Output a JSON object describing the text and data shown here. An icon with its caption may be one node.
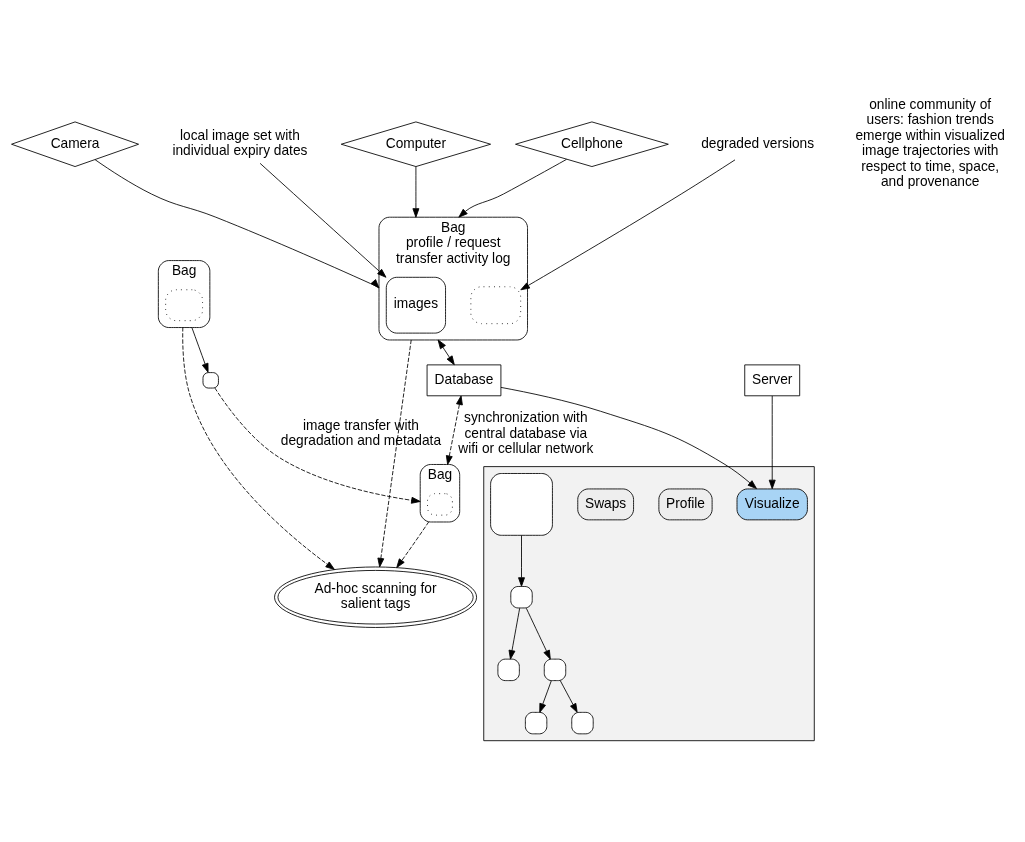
{
  "diagram": {
    "nodes": [
      {
        "text": [
          "Computer"
        ]
      },
      {
        "text": [
          "Cellphone"
        ]
      },
      {
        "text": [
          "Camera"
        ]
      },
      {
        "text": [
          "Bag",
          "profile / request",
          "transfer activity log"
        ]
      },
      {
        "text": [
          "images"
        ],
        "in": 3
      },
      {
        "text": [],
        "shape": "box",
        "in": 3
      },
      {
        "text": [
          "local image set with individual expiry dates"
        ]
      },
      {
        "text": [
          "degraded versions"
        ]
      },
      {
        "text": [
          "Bag"
        ]
      },
      {
        "text": [],
        "shape": "box",
        "in": 8
      },
      {
        "text": [
          "Ad-hoc scanning for salient tags"
        ]
      },
      {
        "text": [],
        "shape": "box"
      },
      {
        "text": [
          "Bag"
        ]
      },
      {
        "text": [],
        "shape": "box",
        "in": 12
      },
      {
        "text": [
          "Database"
        ]
      },
      {
        "text": [
          "Server"
        ]
      },
      {
        "text": [],
        "shape": "box"
      },
      {
        "text": [
          "Visualize"
        ],
        "in": 16
      },
      {
        "text": [
          "Profile"
        ],
        "in": 16
      },
      {
        "text": [
          "Swaps"
        ],
        "in": 16
      },
      {
        "text": [],
        "shape": "box",
        "in": 16
      },
      {
        "text": [],
        "shape": "box",
        "in": 16
      },
      {
        "text": [],
        "shape": "box",
        "in": 16
      },
      {
        "text": [],
        "shape": "box",
        "in": 16
      },
      {
        "text": [],
        "shape": "box",
        "in": 16
      },
      {
        "text": [],
        "shape": "box",
        "in": 16
      }
    ],
    "edges": [
      {
        "from": 1,
        "to": 3,
        "arrow": "to"
      },
      {
        "from": 0,
        "to": 3,
        "arrow": "to"
      },
      {
        "from": 2,
        "to": 3,
        "arrow": "to"
      },
      {
        "from": 6,
        "to": 4,
        "arrow": "to"
      },
      {
        "from": 7,
        "to": 5,
        "arrow": "to"
      },
      {
        "from": 3,
        "to": 10,
        "arrow": "to",
        "style": "dashed"
      },
      {
        "from": 8,
        "to": 10,
        "arrow": "to",
        "style": "dashed"
      },
      {
        "from": 8,
        "to": 11,
        "arrow": "to"
      },
      {
        "from": 11,
        "to": 12,
        "arrow": "to",
        "style": "dashed",
        "label": "image transfer with degradation and metadata"
      },
      {
        "from": 12,
        "to": 10,
        "arrow": "to",
        "style": "dashed"
      },
      {
        "from": 3,
        "to": 14,
        "arrow": "both"
      },
      {
        "from": 14,
        "to": 12,
        "arrow": "both",
        "style": "dashed",
        "label": "synchronization with central database via wifi or cellular network"
      },
      {
        "from": 14,
        "to": 17,
        "arrow": "to"
      },
      {
        "from": 15,
        "to": 17,
        "arrow": "to"
      },
      {
        "from": 20,
        "to": 21,
        "arrow": "to"
      },
      {
        "from": 21,
        "to": 22,
        "arrow": "to"
      },
      {
        "from": 21,
        "to": 23,
        "arrow": "to"
      },
      {
        "from": 23,
        "to": 24,
        "arrow": "to"
      },
      {
        "from": 23,
        "to": 25,
        "arrow": "to"
      }
    ],
    "labels": [
      "online community of users: fashion trends emerge within visualized image trajectories with respect to time, space, and provenance"
    ]
  }
}
